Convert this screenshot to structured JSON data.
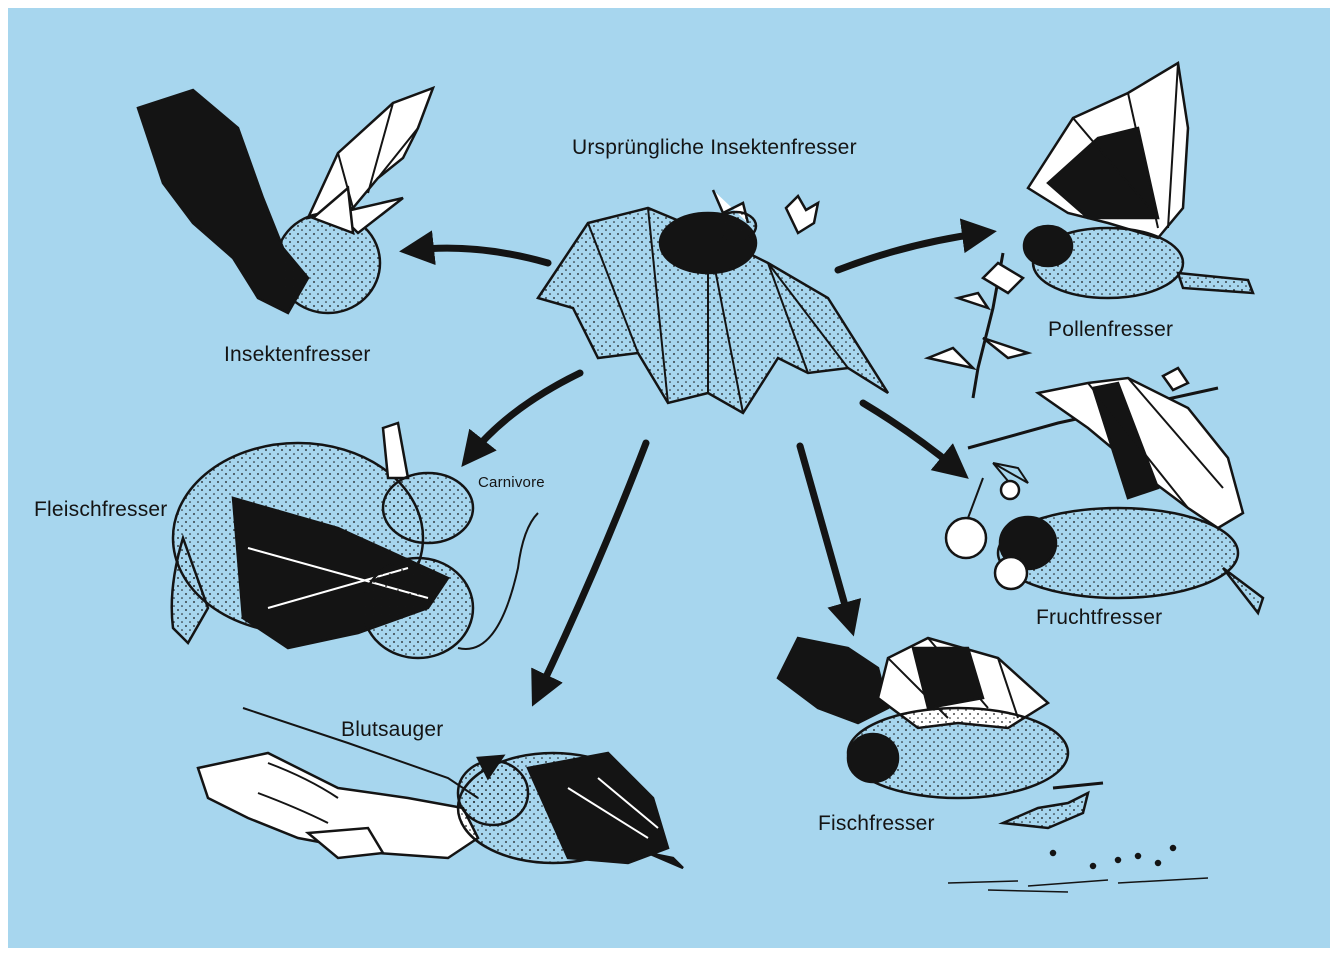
{
  "center": {
    "label": "Ursprüngliche Insektenfresser"
  },
  "groups": [
    {
      "id": "insektenfresser",
      "label": "Insektenfresser"
    },
    {
      "id": "pollenfresser",
      "label": "Pollenfresser"
    },
    {
      "id": "fleischfresser",
      "label": "Fleischfresser",
      "note": "Carnivore"
    },
    {
      "id": "fruchtfresser",
      "label": "Fruchtfresser"
    },
    {
      "id": "blutsauger",
      "label": "Blutsauger"
    },
    {
      "id": "fischfresser",
      "label": "Fischfresser"
    }
  ],
  "colors": {
    "background": "#a7d6ee",
    "ink": "#141414",
    "paper": "#ffffff"
  }
}
